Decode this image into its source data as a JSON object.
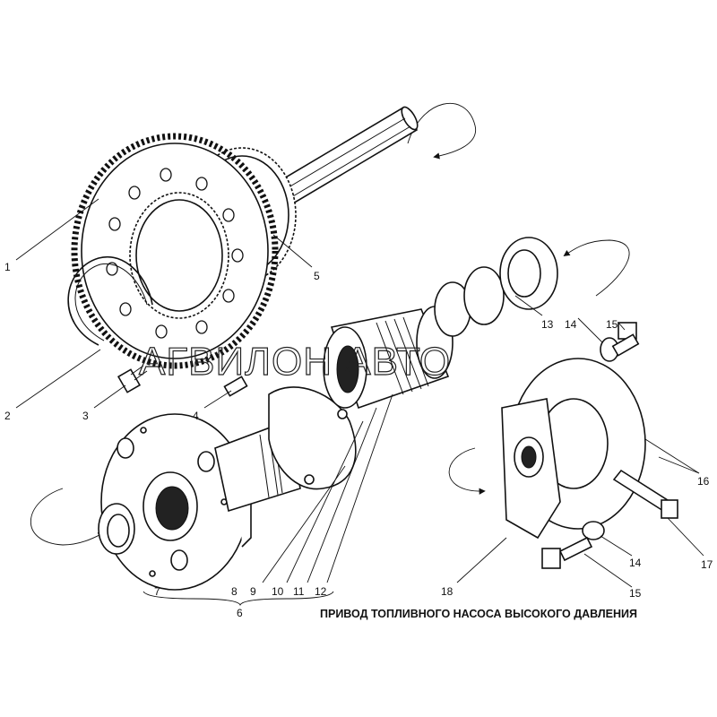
{
  "title": "ПРИВОД ТОПЛИВНОГО НАСОСА ВЫСОКОГО ДАВЛЕНИЯ",
  "watermark": "АГВИЛОН АВТО",
  "callouts": [
    "1",
    "2",
    "3",
    "4",
    "5",
    "6",
    "7",
    "8",
    "9",
    "10",
    "11",
    "12",
    "13",
    "14",
    "15",
    "14",
    "15",
    "16",
    "17",
    "18"
  ]
}
